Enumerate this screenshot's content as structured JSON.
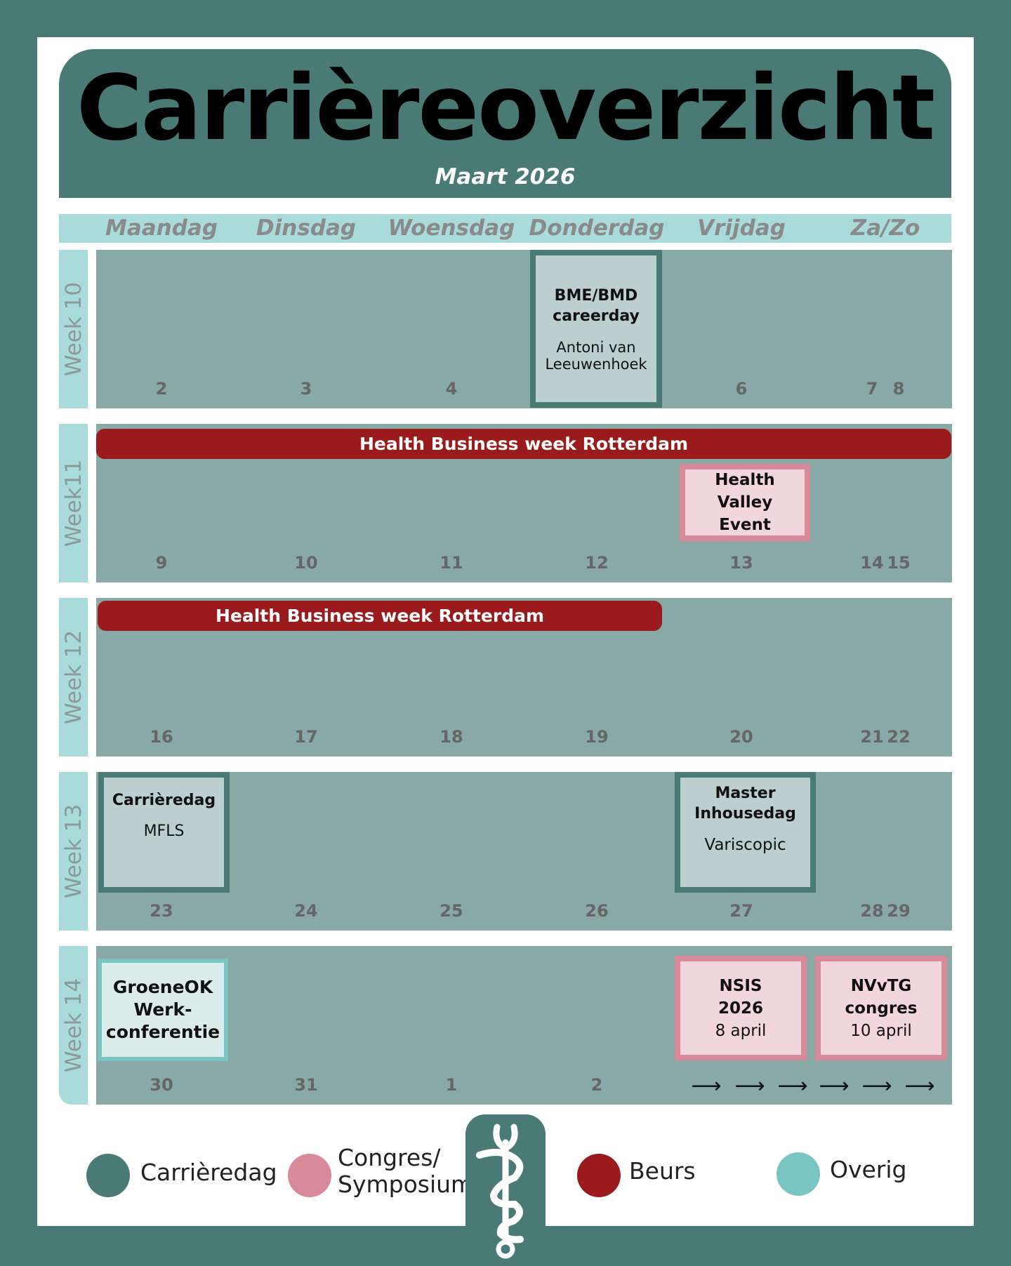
{
  "title": "Carrièreoverzicht",
  "subtitle": "Maart 2026",
  "days": [
    "Maandag",
    "Dinsdag",
    "Woensdag",
    "Donderdag",
    "Vrijdag",
    "Za/Zo"
  ],
  "weeks": [
    {
      "label": "Week 10",
      "numbers": [
        "2",
        "3",
        "4",
        "",
        "6",
        "7",
        "8"
      ]
    },
    {
      "label": "Week11",
      "numbers": [
        "9",
        "10",
        "11",
        "12",
        "13",
        "14",
        "15"
      ]
    },
    {
      "label": "Week 12",
      "numbers": [
        "16",
        "17",
        "18",
        "19",
        "20",
        "21",
        "22"
      ]
    },
    {
      "label": "Week 13",
      "numbers": [
        "23",
        "24",
        "25",
        "26",
        "27",
        "28",
        "29"
      ]
    },
    {
      "label": "Week 14",
      "numbers": [
        "30",
        "31",
        "1",
        "2"
      ]
    }
  ],
  "events": {
    "bme": {
      "title": "BME/BMD careerday",
      "sub": "Antoni van Leeuwenhoek"
    },
    "hbw1": {
      "title": "Health Business week Rotterdam"
    },
    "hv": {
      "title": "Health Valley Event"
    },
    "hbw2": {
      "title": "Health Business week Rotterdam"
    },
    "cd": {
      "title": "Carrièredag",
      "sub": "MFLS"
    },
    "master": {
      "title": "Master Inhousedag",
      "sub": "Variscopic"
    },
    "groen": {
      "title": "GroeneOK Werk-conferentie"
    },
    "nsis": {
      "title": "NSIS 2026",
      "sub": "8 april"
    },
    "nvvtg": {
      "title": "NVvTG congres",
      "sub": "10 april"
    }
  },
  "arrow": "⟶",
  "legend": [
    {
      "label": "Carrièredag",
      "color": "#4a7a76"
    },
    {
      "label": "Congres/ Symposium",
      "color": "#d88a98"
    },
    {
      "label": "Beurs",
      "color": "#9b1a1c"
    },
    {
      "label": "Overig",
      "color": "#79c5c1"
    }
  ]
}
